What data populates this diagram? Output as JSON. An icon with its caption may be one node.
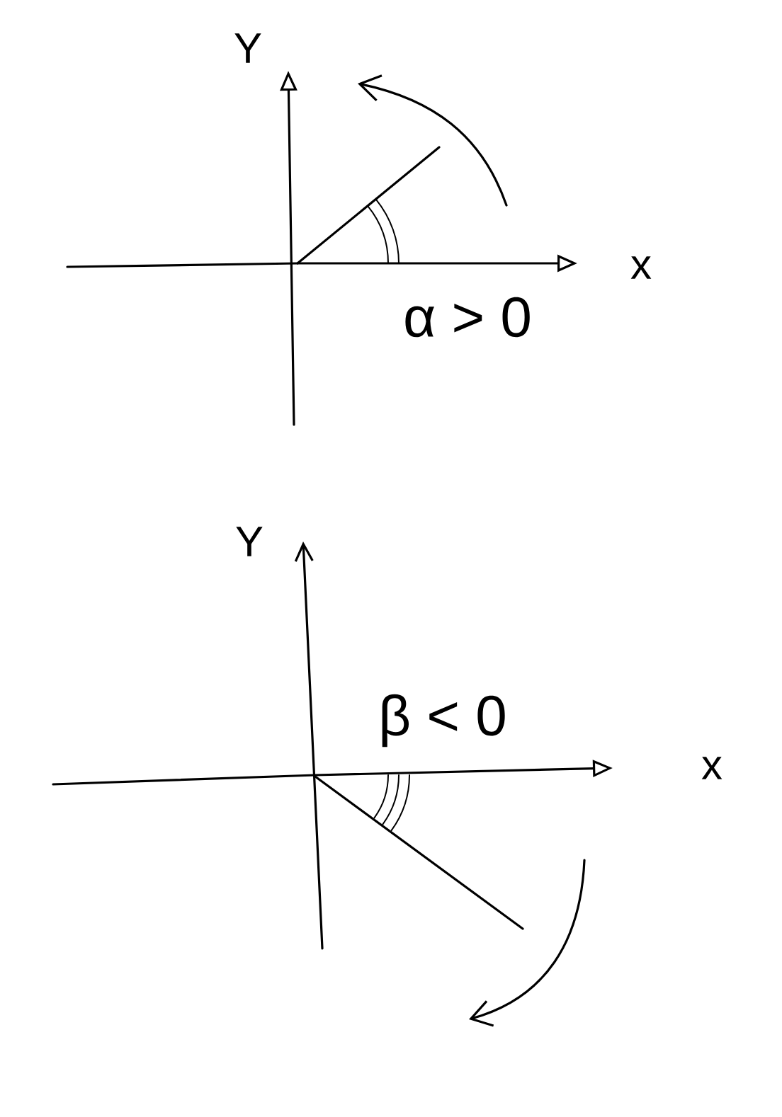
{
  "diagram": {
    "labels": [
      "Y",
      "x",
      "α > 0",
      "Y",
      "x",
      "β < 0"
    ]
  }
}
